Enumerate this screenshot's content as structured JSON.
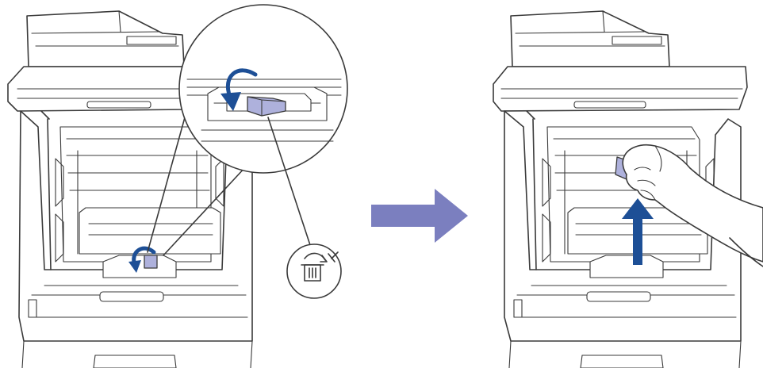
{
  "figure": {
    "step_count": 2,
    "panels": [
      {
        "id": "before",
        "parts": [
          "printer-open-top-cover",
          "drum-unit",
          "waste-toner-box",
          "magnifier-callout",
          "rotation-arrow",
          "recycle-bin-symbol"
        ]
      },
      {
        "id": "after",
        "parts": [
          "printer-open-top-cover",
          "drum-unit",
          "hand",
          "lift-up-arrow"
        ]
      }
    ],
    "icons": {
      "step_arrow": "arrow-right-icon",
      "rotate": "rotate-counterclockwise-icon",
      "dispose": "trash-bin-icon",
      "lift": "arrow-up-icon"
    },
    "colors": {
      "line": "#3a3a3a",
      "arrow_blue": "#1d4f96",
      "step_arrow": "#7b7fbf",
      "part_tab": "#aeb1dc",
      "background": "#ffffff"
    }
  }
}
